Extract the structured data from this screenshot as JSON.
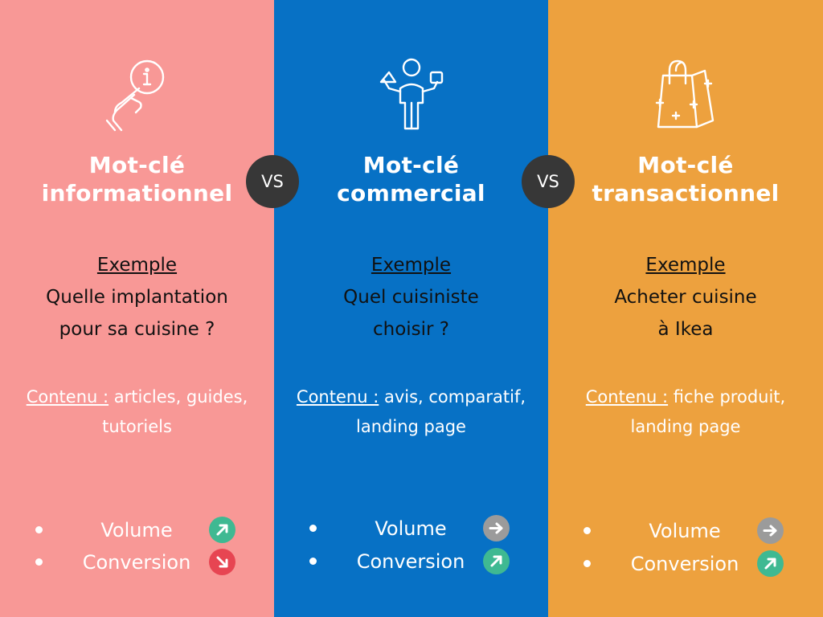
{
  "colors": {
    "col_informational": "#f89896",
    "col_commercial": "#0771c5",
    "col_transactional": "#eda13e",
    "vs_badge": "#373737",
    "trend_up": "#3fb992",
    "trend_down": "#e74552",
    "trend_flat": "#9b9b9b"
  },
  "vs_labels": [
    "VS",
    "VS"
  ],
  "columns": [
    {
      "icon": "hand-pointing-info-icon",
      "title": [
        "Mot-clé",
        "informationnel"
      ],
      "example_label": "Exemple",
      "example": [
        "Quelle implantation",
        "pour sa cuisine ?"
      ],
      "content_label": "Contenu :",
      "content_text": " articles, guides, tutoriels",
      "metrics": [
        {
          "label": "Volume",
          "trend": "up",
          "trend_icon": "arrow-up-right-icon"
        },
        {
          "label": "Conversion",
          "trend": "down",
          "trend_icon": "arrow-down-right-icon"
        }
      ]
    },
    {
      "icon": "person-comparing-icon",
      "title": [
        "Mot-clé",
        "commercial"
      ],
      "example_label": "Exemple",
      "example": [
        "Quel cuisiniste",
        "choisir ?"
      ],
      "content_label": "Contenu :",
      "content_text": " avis, comparatif, landing page",
      "metrics": [
        {
          "label": "Volume",
          "trend": "flat",
          "trend_icon": "arrow-right-icon"
        },
        {
          "label": "Conversion",
          "trend": "up",
          "trend_icon": "arrow-up-right-icon"
        }
      ]
    },
    {
      "icon": "shopping-bag-icon",
      "title": [
        "Mot-clé",
        "transactionnel"
      ],
      "example_label": "Exemple",
      "example": [
        "Acheter cuisine",
        "à Ikea"
      ],
      "content_label": "Contenu :",
      "content_text": " fiche produit, landing page",
      "metrics": [
        {
          "label": "Volume",
          "trend": "flat",
          "trend_icon": "arrow-right-icon"
        },
        {
          "label": "Conversion",
          "trend": "up",
          "trend_icon": "arrow-up-right-icon"
        }
      ]
    }
  ]
}
